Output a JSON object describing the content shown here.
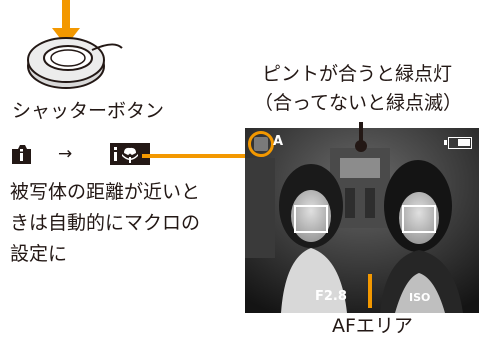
{
  "shutter_label": "シャッターボタン",
  "focus_note": {
    "line1": "ピントが合うと緑点灯",
    "line2": "（合ってないと緑点滅）"
  },
  "mode_change": {
    "from_icon": "intelligent-auto-icon",
    "arrow": "→",
    "to_icon": "intelligent-macro-icon"
  },
  "macro_description": {
    "line1": "被写体の距離が近いと",
    "line2": "きは自動的にマクロの",
    "line3": "設定に"
  },
  "lcd": {
    "mode_text": "A",
    "aperture": "F2.8",
    "iso": "ISO",
    "af_frame_count": 2
  },
  "af_label": "AFエリア",
  "colors": {
    "accent": "#f39800",
    "text": "#231815"
  }
}
